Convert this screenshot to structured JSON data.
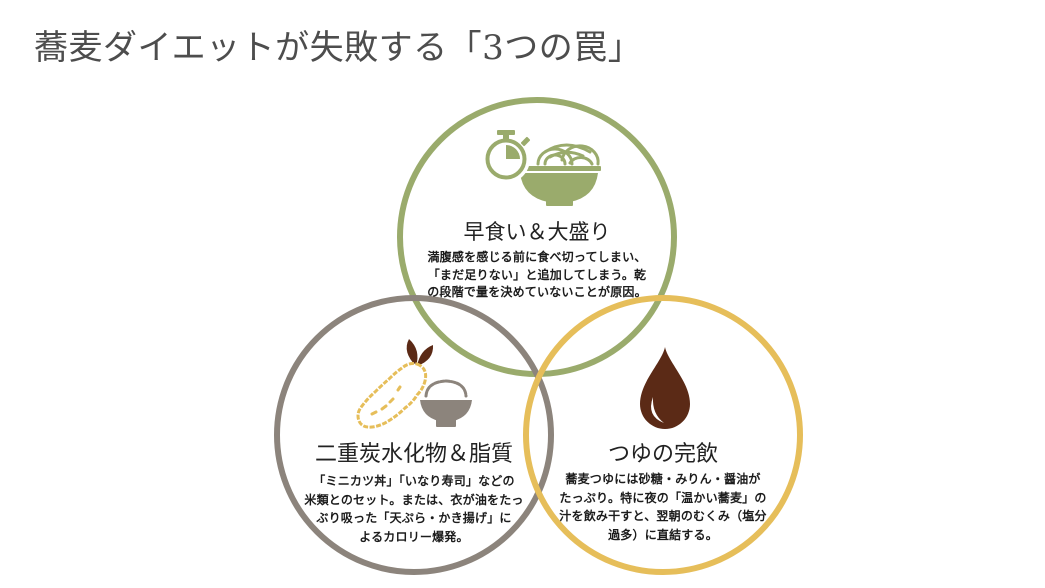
{
  "page": {
    "title": "蕎麦ダイエットが失敗する「3つの罠」"
  },
  "diagram": {
    "type": "venn",
    "circles": [
      {
        "id": "green",
        "color": "#9aab6c",
        "icon": "stopwatch-noodle-bowl-icon",
        "heading": "早食い＆大盛り",
        "lines": [
          "満腹感を感じる前に食べ切ってしまい、",
          "「まだ足りない」と追加してしまう。乾",
          "の段階で量を決めていないことが原因。"
        ]
      },
      {
        "id": "gray",
        "color": "#8c847c",
        "icon": "tempura-rice-bowl-icon",
        "heading": "二重炭水化物＆脂質",
        "lines": [
          "「ミニカツ丼」「いなり寿司」などの",
          "米類とのセット。または、衣が油をたっ",
          "ぶり吸った「天ぷら・かき揚げ」に",
          "よるカロリー爆発。"
        ]
      },
      {
        "id": "yellow",
        "color": "#e6be5a",
        "icon": "soup-drop-icon",
        "heading": "つゆの完飲",
        "lines": [
          "蕎麦つゆには砂糖・みりん・醤油が",
          "たっぷり。特に夜の「温かい蕎麦」の",
          "汁を飲み干すと、翌朝のむくみ（塩分",
          "過多）に直結する。"
        ]
      }
    ],
    "icon_colors": {
      "drop": "#5b2a16",
      "tempura_tail": "#5b2a16",
      "tempura_batter": "#e6be5a",
      "rice_bowl": "#8c847c",
      "noodle_bowl": "#9aab6c"
    }
  }
}
